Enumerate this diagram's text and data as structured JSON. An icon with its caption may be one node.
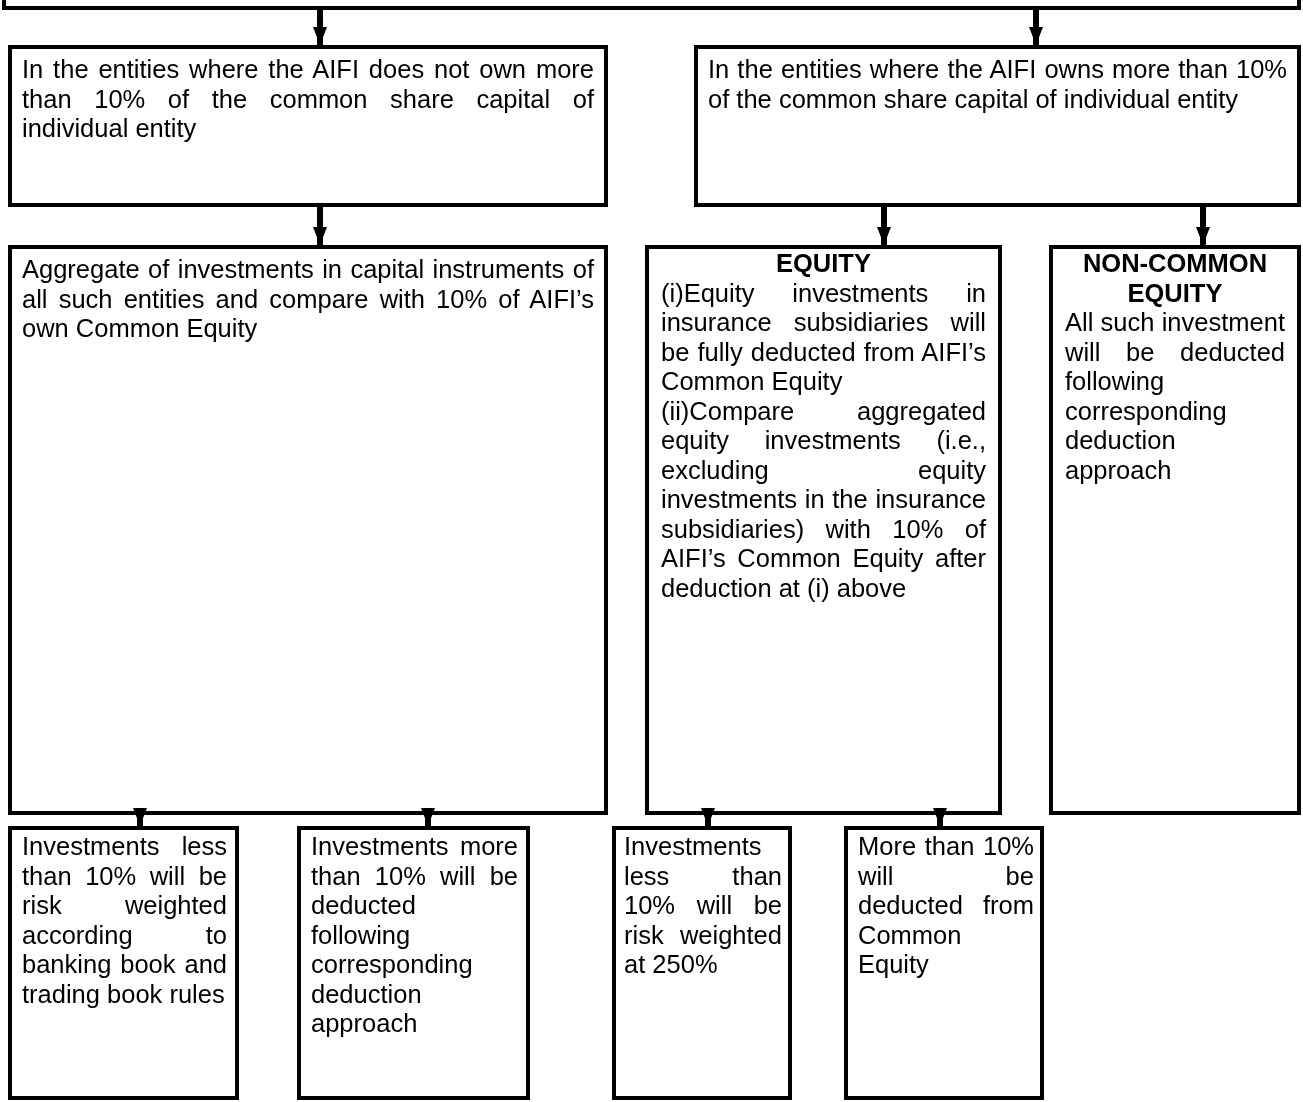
{
  "diagram": {
    "nodes": [
      {
        "text": [],
        "shape": "box"
      },
      {
        "text": [
          "In the entities where the AIFI does not own more than 10% of the common share capital of individual entity"
        ]
      },
      {
        "text": [
          "In the entities where the AIFI owns more than 10% of the common share capital of individual entity"
        ]
      },
      {
        "text": [
          "Aggregate of investments in capital instruments of all such entities and compare with 10% of AIFI’s own Common Equity"
        ]
      },
      {
        "text": [
          "EQUITY",
          "(i)Equity investments in insurance subsidiaries will be fully deducted from AIFI’s Common Equity",
          "(ii)Compare aggregated equity investments (i.e., excluding equity investments in the insurance subsidiaries) with 10% of AIFI’s Common Equity after deduction at (i) above"
        ]
      },
      {
        "text": [
          "NON-COMMON EQUITY",
          "All such investment will be deducted following corresponding deduction approach"
        ]
      },
      {
        "text": [
          "Investments less than 10% will be risk weighted according to banking book and trading book rules"
        ]
      },
      {
        "text": [
          "Investments more than 10% will be deducted following corresponding deduction approach"
        ]
      },
      {
        "text": [
          "Investments less than 10% will be risk weighted at 250%"
        ]
      },
      {
        "text": [
          "More than 10% will be deducted from Common Equity"
        ]
      }
    ],
    "edges": [
      {
        "from": 0,
        "to": 1,
        "arrow": "to"
      },
      {
        "from": 0,
        "to": 2,
        "arrow": "to"
      },
      {
        "from": 1,
        "to": 3,
        "arrow": "to"
      },
      {
        "from": 2,
        "to": 4,
        "arrow": "to"
      },
      {
        "from": 2,
        "to": 5,
        "arrow": "to"
      },
      {
        "from": 3,
        "to": 6,
        "arrow": "to"
      },
      {
        "from": 3,
        "to": 7,
        "arrow": "to"
      },
      {
        "from": 4,
        "to": 8,
        "arrow": "to"
      },
      {
        "from": 4,
        "to": 9,
        "arrow": "to"
      }
    ]
  }
}
